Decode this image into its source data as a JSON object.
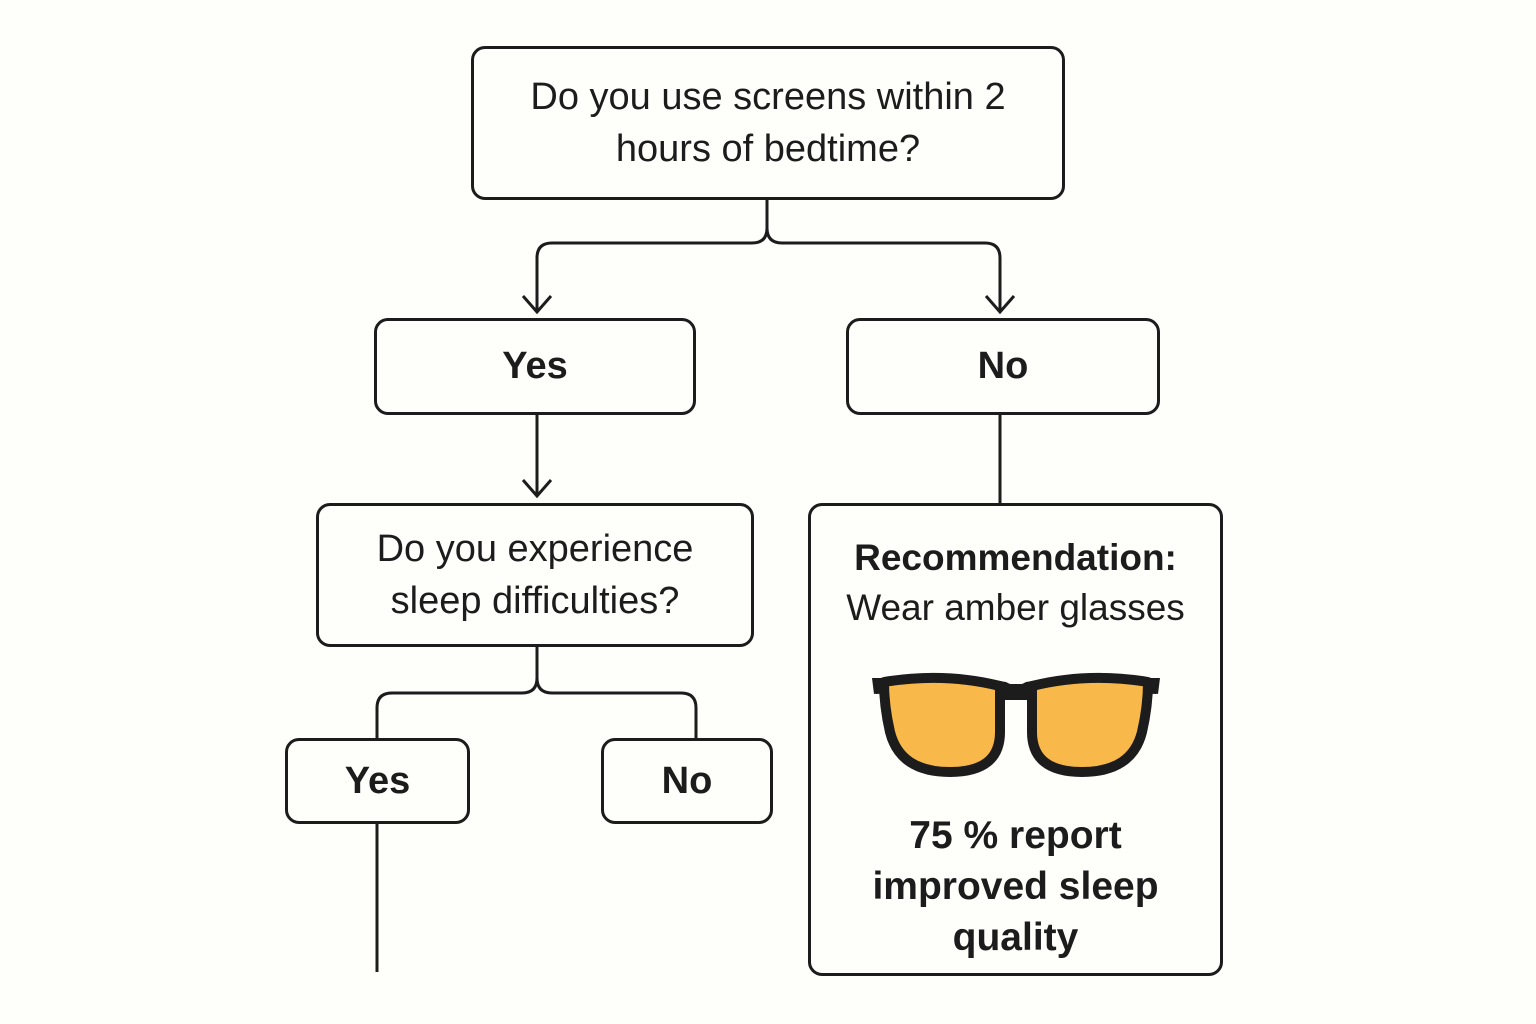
{
  "flowchart": {
    "question_1": "Do you use screens within 2 hours of bedtime?",
    "answer_1_yes": "Yes",
    "answer_1_no": "No",
    "question_2": "Do you experience sleep difficulties?",
    "answer_2_yes": "Yes",
    "answer_2_no": "No",
    "recommendation": {
      "heading": "Recommendation:",
      "text": "Wear amber glasses",
      "icon": "amber-glasses-icon",
      "stat": "75 % report improved sleep quality"
    }
  },
  "colors": {
    "background": "#fefefb",
    "line": "#1c1c1c",
    "lens": "#f9b94a"
  }
}
